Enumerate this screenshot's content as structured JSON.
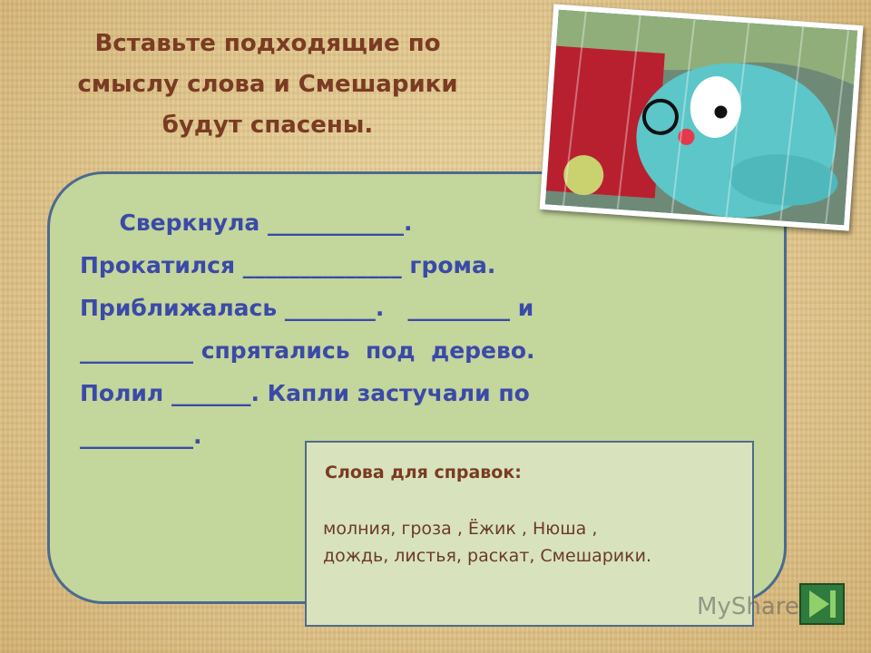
{
  "title": {
    "lines": [
      "Вставьте подходящие по",
      "смыслу слова и Смешарики",
      "будут спасены."
    ]
  },
  "story": {
    "lines": [
      "     Сверкнула ____________.",
      "Прокатился ______________ грома.",
      "Приближалась ________.   _________ и",
      "__________ спрятались  под  дерево.",
      "Полил _______. Капли застучали по",
      "__________."
    ]
  },
  "reference": {
    "title": "Слова для справок:",
    "line1": " молния, гроза ,  Ёжик , Нюша ,",
    "line2": "дождь, листья, раскат, Смешарики."
  },
  "watermark": "MyShared",
  "colors": {
    "title": "#7a3b23",
    "story": "#3b4aa8",
    "card": "#c3d69b",
    "reference_box": "#d8e3bd",
    "nav_button": "#2f7a3d"
  },
  "icons": {
    "next": "play-next-icon"
  }
}
